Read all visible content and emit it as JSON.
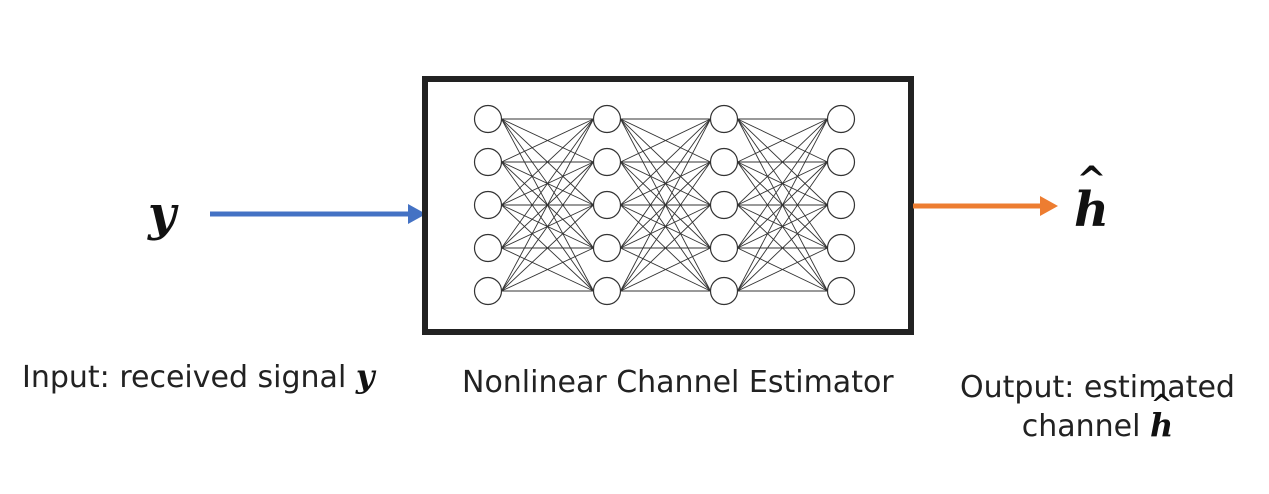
{
  "input": {
    "symbol": "y",
    "caption_text": "Input: received signal",
    "caption_symbol": "y",
    "arrow_color": "#4472c4"
  },
  "estimator": {
    "caption": "Nonlinear Channel Estimator",
    "layers": [
      5,
      5,
      5,
      5
    ]
  },
  "output": {
    "symbol": "h",
    "hat": "^",
    "caption_line1": "Output: estimated",
    "caption_line2_text": "channel",
    "caption_symbol": "h",
    "arrow_color": "#ed7d31"
  }
}
